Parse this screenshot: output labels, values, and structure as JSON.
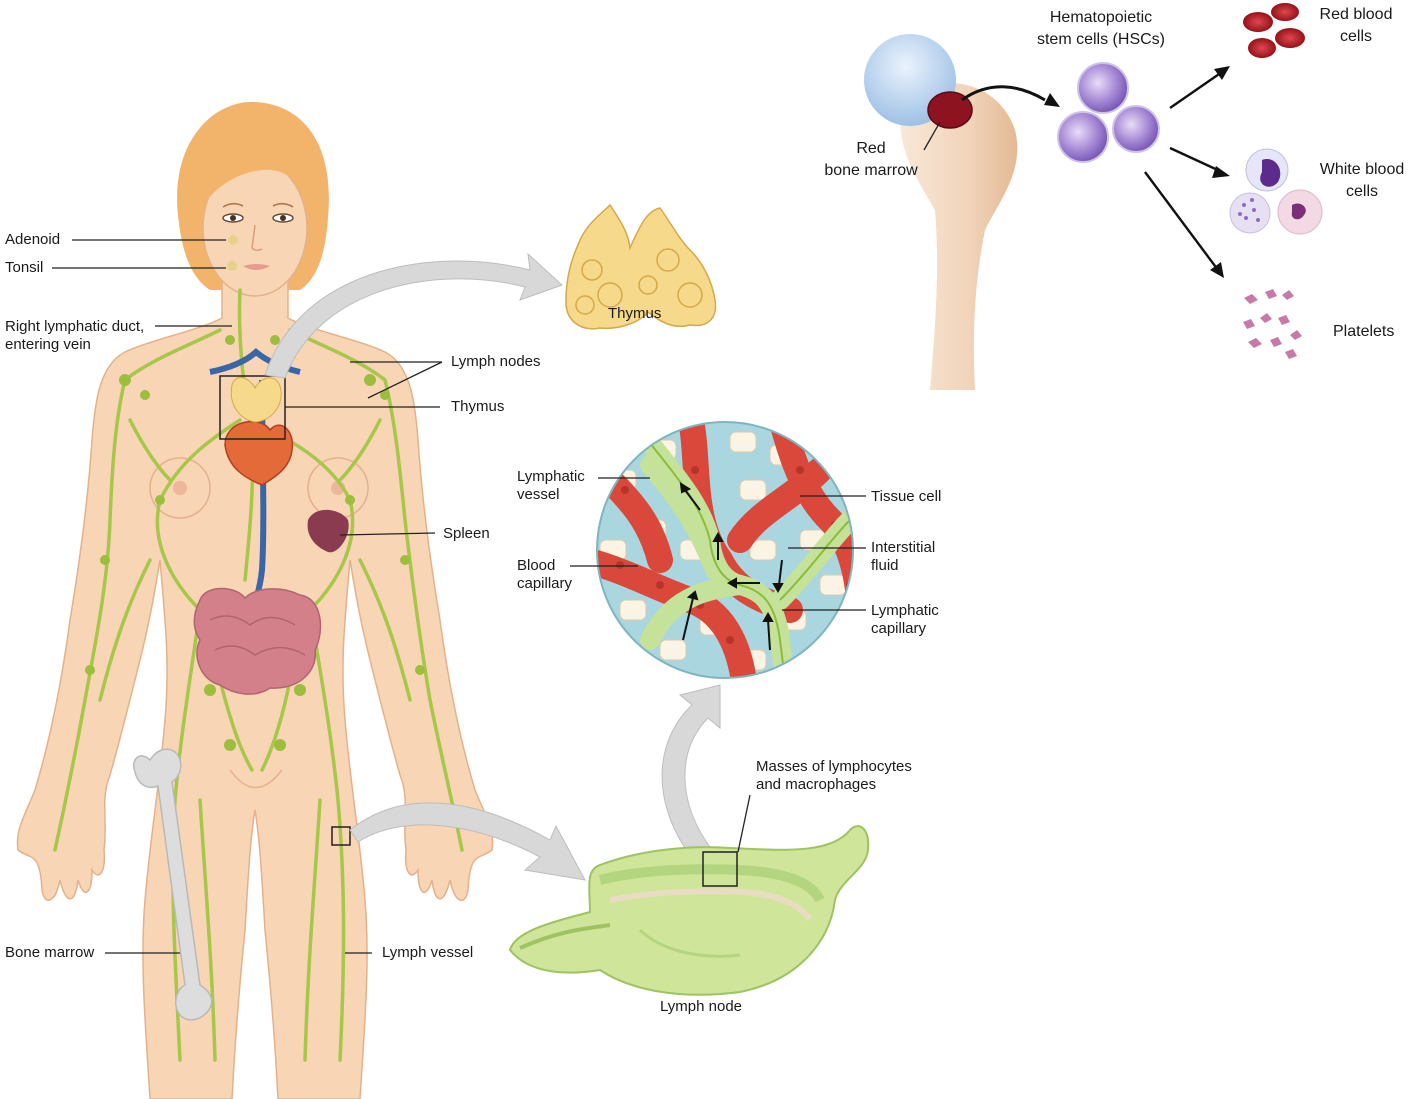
{
  "labels": {
    "adenoid": "Adenoid",
    "tonsil": "Tonsil",
    "right_lymphatic_duct_1": "Right lymphatic duct,",
    "right_lymphatic_duct_2": "entering vein",
    "thymus_body": "Thymus",
    "lymph_nodes": "Lymph nodes",
    "spleen": "Spleen",
    "bone_marrow": "Bone marrow",
    "lymph_vessel": "Lymph vessel",
    "thymus_organ": "Thymus",
    "lymphatic_vessel_1": "Lymphatic",
    "lymphatic_vessel_2": "vessel",
    "blood_capillary_1": "Blood",
    "blood_capillary_2": "capillary",
    "tissue_cell": "Tissue cell",
    "interstitial_fluid_1": "Interstitial",
    "interstitial_fluid_2": "fluid",
    "lymphatic_capillary_1": "Lymphatic",
    "lymphatic_capillary_2": "capillary",
    "masses_1": "Masses of lymphocytes",
    "masses_2": "and macrophages",
    "lymph_node": "Lymph node",
    "red_bone_marrow_1": "Red",
    "red_bone_marrow_2": "bone marrow",
    "hscs_1": "Hematopoietic",
    "hscs_2": "stem cells (HSCs)",
    "red_blood_cells_1": "Red blood",
    "red_blood_cells_2": "cells",
    "white_blood_cells_1": "White blood",
    "white_blood_cells_2": "cells",
    "platelets": "Platelets"
  },
  "colors": {
    "skin": "#f7d5b5",
    "skin_shade": "#eab48f",
    "hair": "#f2b36a",
    "lymph_green": "#a7c64a",
    "lymph_node_green": "#cfe59a",
    "blood_red": "#d9483a",
    "interstitial_blue": "#a9d6df",
    "vein_blue": "#3a66a8",
    "thymus_yellow": "#f6d98a",
    "hsc_purple": "#9a73c9",
    "rbc_red": "#b3141d",
    "platelet_pink": "#c77aa8",
    "bone": "#f3dcc6",
    "bone_cap": "#b9d3ee",
    "arrow_gray": "#d6d6d6"
  }
}
